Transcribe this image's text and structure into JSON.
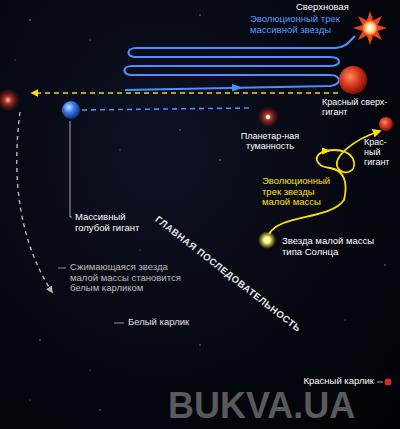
{
  "diagram": {
    "labels": [
      "Сверхновая",
      "Эволюционный трек массивной звезды",
      "Красный сверх-гигант",
      "Планетар-ная туманность",
      "Крас-ный гигант",
      "Эволюционный трек звезды малой массы",
      "Массивный голубой гигант",
      "Звезда малой массы типа Солнца",
      "ГЛАВНАЯ ПОСЛЕДОВАТЕЛЬНОСТЬ",
      "Сжимающаяся звезда малой массы становится белым карликом",
      "Белый карлик",
      "Красный карлик",
      "BUKVA.UA"
    ]
  }
}
